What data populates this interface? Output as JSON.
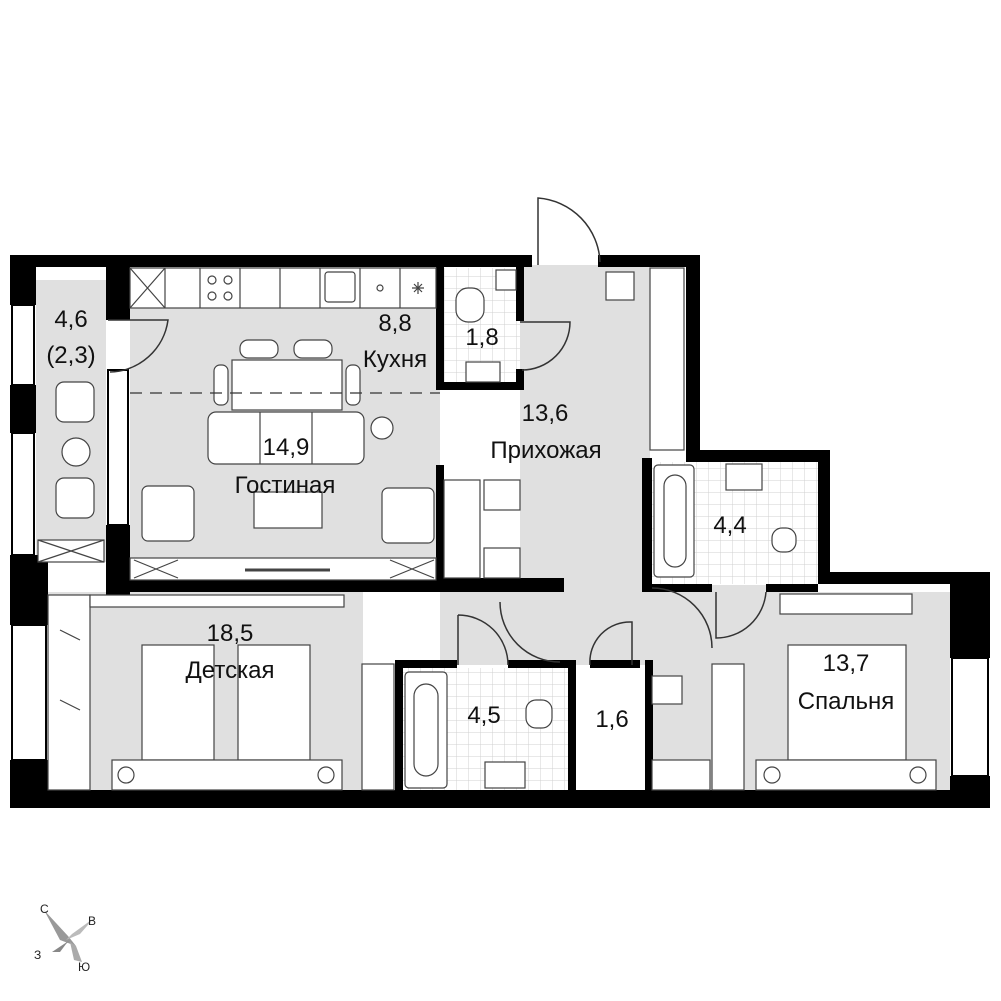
{
  "rooms": {
    "loggia": {
      "area": "4,6",
      "sub": "(2,3)"
    },
    "kitchen": {
      "area": "8,8",
      "name": "Кухня"
    },
    "wc_small": {
      "area": "1,8"
    },
    "hall": {
      "area": "13,6",
      "name": "Прихожая"
    },
    "living": {
      "area": "14,9",
      "name": "Гостиная"
    },
    "bath_right": {
      "area": "4,4"
    },
    "kids": {
      "area": "18,5",
      "name": "Детская"
    },
    "bath_mid": {
      "area": "4,5"
    },
    "wardrobe": {
      "area": "1,6"
    },
    "bedroom": {
      "area": "13,7",
      "name": "Спальня"
    }
  },
  "compass": {
    "n": "С",
    "e": "В",
    "s": "Ю",
    "w": "З"
  },
  "colors": {
    "wall": "#000000",
    "floor": "#e0e0e0",
    "tile": "#ffffff",
    "line": "#555555"
  }
}
